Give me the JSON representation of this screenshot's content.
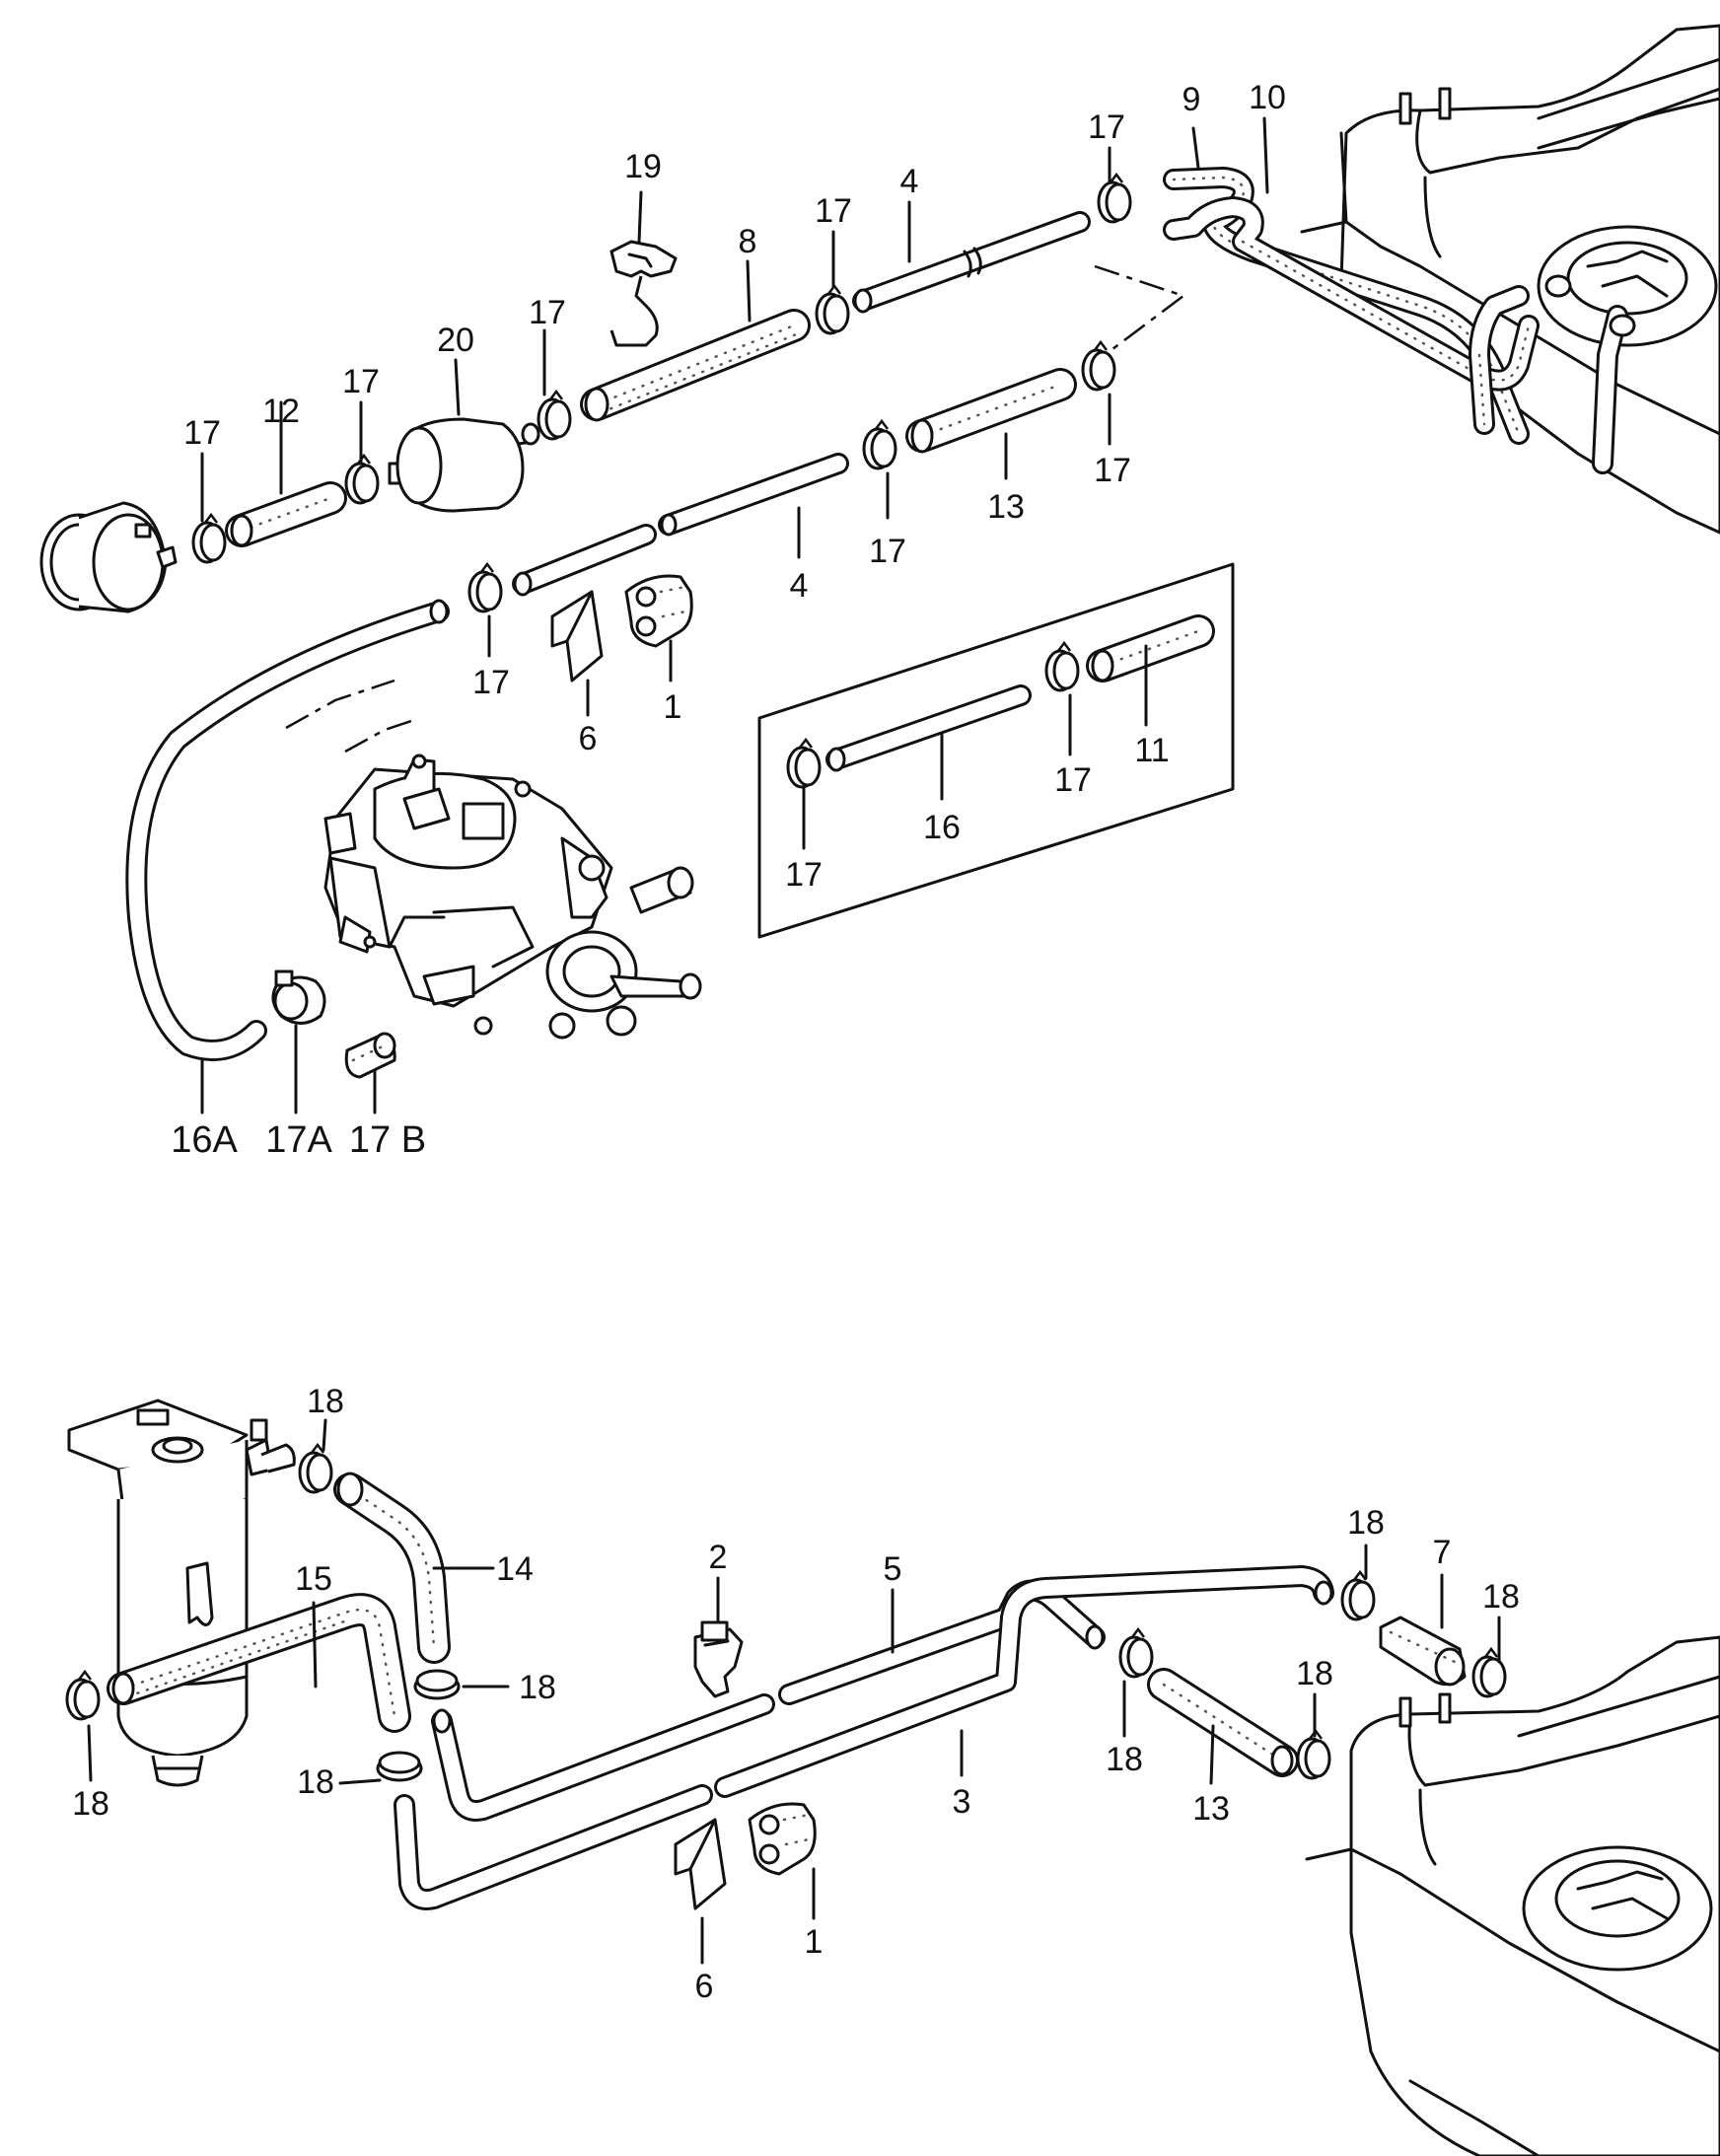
{
  "callouts_top": {
    "c_19": "19",
    "c_8": "8",
    "c_17_a": "17",
    "c_4_top": "4",
    "c_17_b": "17",
    "c_9": "9",
    "c_10": "10",
    "c_20": "20",
    "c_17_c": "17",
    "c_17_d": "17",
    "c_12": "12",
    "c_17_e": "17",
    "c_17_f": "17",
    "c_13": "13",
    "c_17_g": "17",
    "c_4_mid": "4",
    "c_17_h": "17",
    "c_6": "6",
    "c_1": "1",
    "c_11": "11",
    "c_17_i": "17",
    "c_16": "16",
    "c_17_j": "17",
    "c_16A": "16A",
    "c_17A": "17A",
    "c_17B": "17 B"
  },
  "callouts_bottom": {
    "c_18_a": "18",
    "c_14": "14",
    "c_18_b": "18",
    "c_15": "15",
    "c_18_c": "18",
    "c_18_d": "18",
    "c_2": "2",
    "c_5": "5",
    "c_3": "3",
    "c_6": "6",
    "c_1": "1",
    "c_18_e": "18",
    "c_7": "7",
    "c_18_f": "18",
    "c_18_g": "18",
    "c_13": "13",
    "c_18_h": "18"
  },
  "colors": {
    "line": "#111111",
    "background": "#ffffff",
    "texture": "#555555"
  },
  "icons": {
    "filter": "fuel-filter-icon",
    "clamp": "hose-clamp-icon",
    "tank": "fuel-tank-icon",
    "carburetor": "carburetor-icon",
    "diesel_filter": "diesel-fuel-filter-icon"
  }
}
